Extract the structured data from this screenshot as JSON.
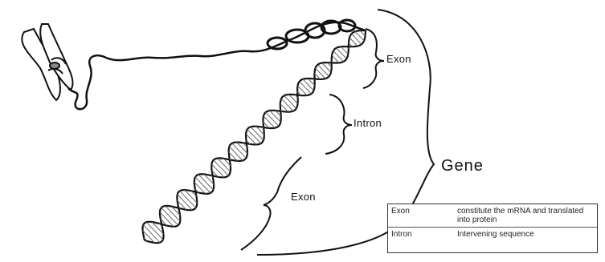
{
  "labels": {
    "exon_top": "Exon",
    "intron": "Intron",
    "gene": "Gene",
    "exon_bottom": "Exon"
  },
  "legend": {
    "rows": [
      {
        "term": "Exon",
        "definition": "constitute the mRNA and translated into protein"
      },
      {
        "term": "Intron",
        "definition": "Intervening sequence"
      }
    ]
  }
}
